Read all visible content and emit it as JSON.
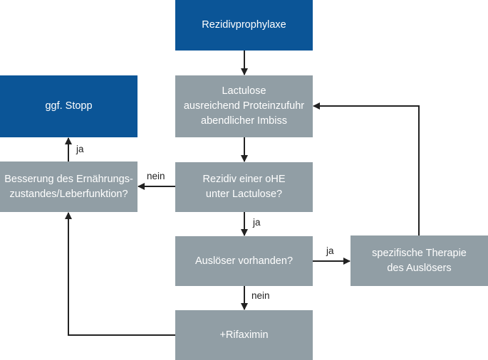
{
  "colors": {
    "primary_box": "#0b5597",
    "process_box": "#919ea5",
    "line": "#222222"
  },
  "nodes": {
    "rezidivprophylaxe": "Rezidivprophylaxe",
    "lactulose": "Lactulose\nausreichend Proteinzufuhr\nabendlicher Imbiss",
    "rezidiv_ohe": "Rezidiv einer oHE\nunter Lactulose?",
    "ausloeser": "Auslöser vorhanden?",
    "rifaximin": "+Rifaximin",
    "spezifische_therapie": "spezifische Therapie\ndes Auslösers",
    "besserung": "Besserung des Ernährungs-\nzustandes/Leberfunktion?",
    "stopp": "ggf. Stopp"
  },
  "edge_labels": {
    "rezidiv_to_besserung": "nein",
    "rezidiv_to_ausloeser": "ja",
    "ausloeser_to_therapie": "ja",
    "ausloeser_to_rifaximin": "nein",
    "besserung_to_stopp": "ja"
  }
}
